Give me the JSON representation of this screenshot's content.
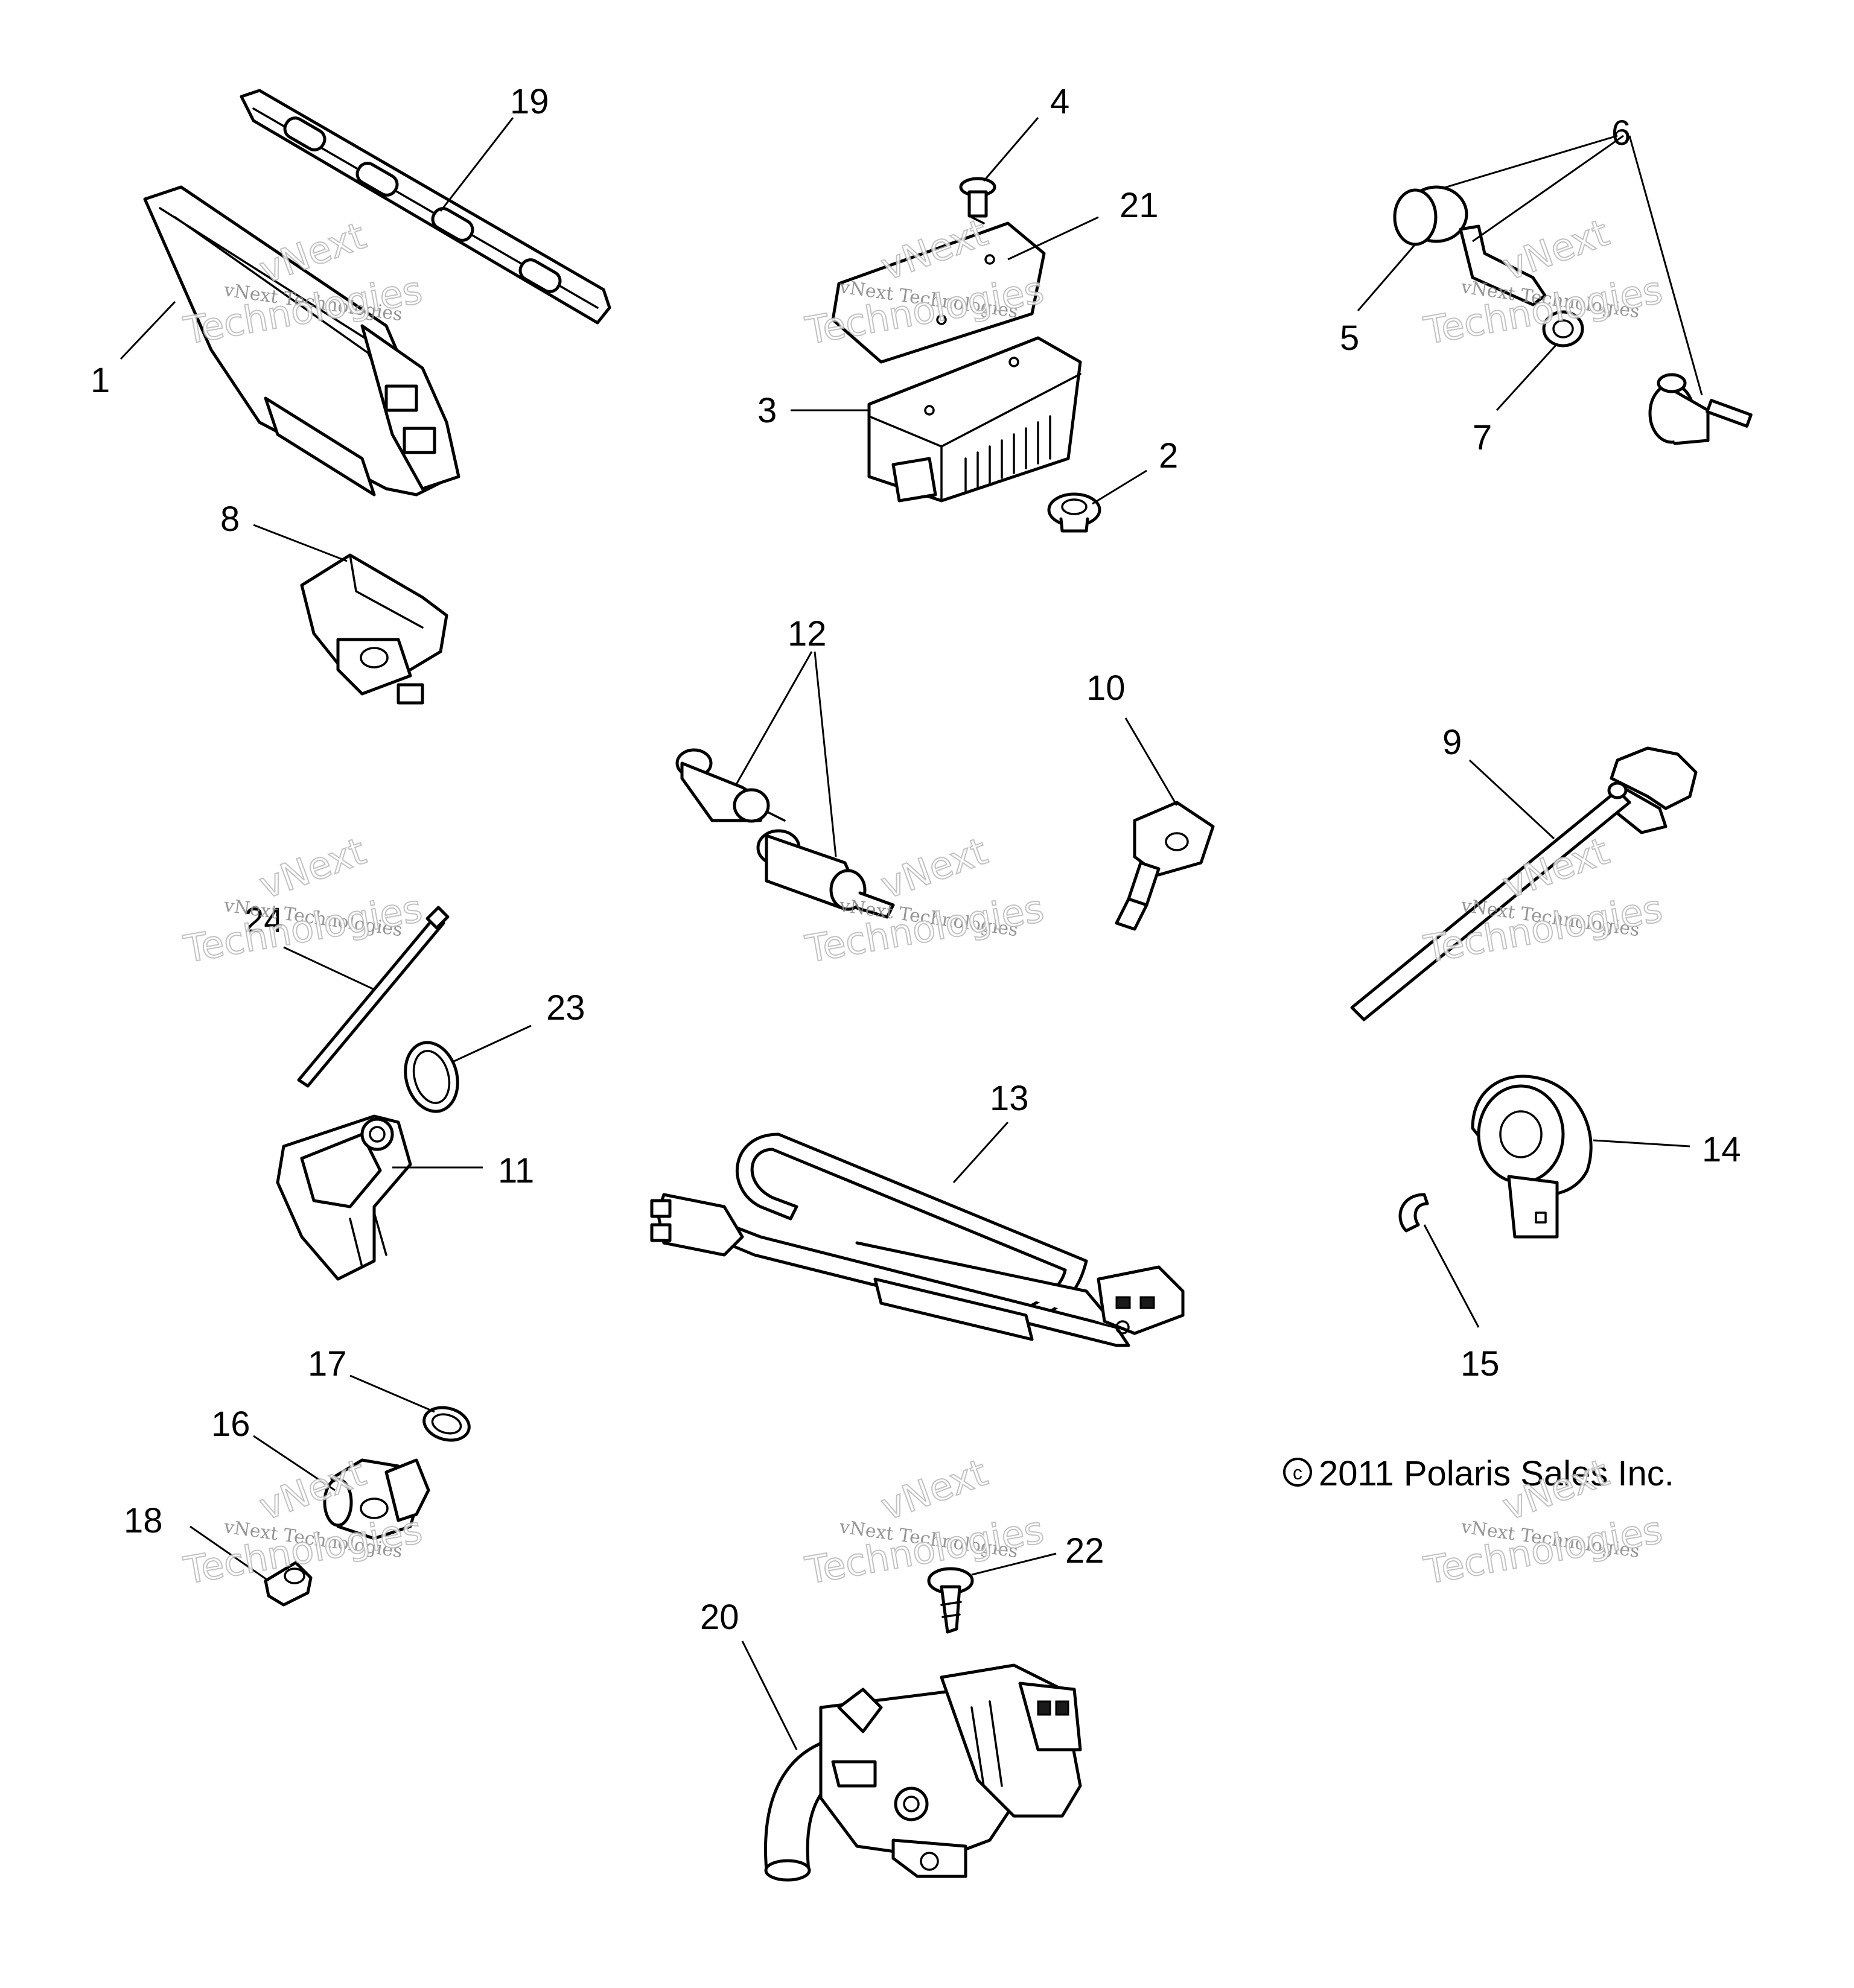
{
  "callouts": [
    {
      "id": "1",
      "label": "1"
    },
    {
      "id": "2",
      "label": "2"
    },
    {
      "id": "3",
      "label": "3"
    },
    {
      "id": "4",
      "label": "4"
    },
    {
      "id": "5",
      "label": "5"
    },
    {
      "id": "6",
      "label": "6"
    },
    {
      "id": "7",
      "label": "7"
    },
    {
      "id": "8",
      "label": "8"
    },
    {
      "id": "9",
      "label": "9"
    },
    {
      "id": "10",
      "label": "10"
    },
    {
      "id": "11",
      "label": "11"
    },
    {
      "id": "12",
      "label": "12"
    },
    {
      "id": "13",
      "label": "13"
    },
    {
      "id": "14",
      "label": "14"
    },
    {
      "id": "15",
      "label": "15"
    },
    {
      "id": "16",
      "label": "16"
    },
    {
      "id": "17",
      "label": "17"
    },
    {
      "id": "18",
      "label": "18"
    },
    {
      "id": "19",
      "label": "19"
    },
    {
      "id": "20",
      "label": "20"
    },
    {
      "id": "21",
      "label": "21"
    },
    {
      "id": "22",
      "label": "22"
    },
    {
      "id": "23",
      "label": "23"
    },
    {
      "id": "24",
      "label": "24"
    }
  ],
  "copyright": "2011 Polaris Sales Inc.",
  "copyright_symbol": "c",
  "watermark": {
    "line1": "vNext",
    "line2": "vNext Technologies",
    "line3": "Technologies"
  }
}
